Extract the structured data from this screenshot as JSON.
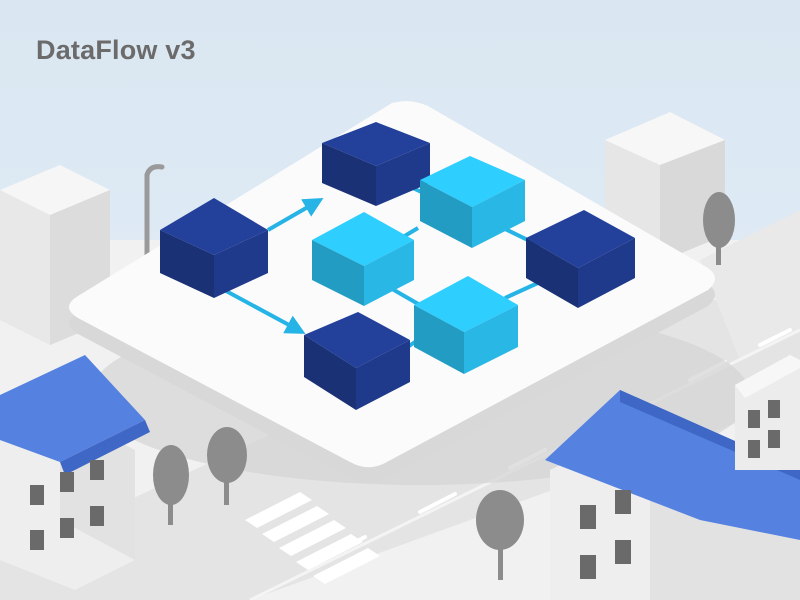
{
  "brand": {
    "title": "DataFlow v3"
  },
  "palette": {
    "sky": "#dde9f3",
    "ground": "#f1f1f1",
    "title_text": "#6b6b6b",
    "platform_top": "#fbfbfb",
    "platform_side": "#dcdcdc",
    "node_dark": "#1f3a8a",
    "node_light": "#29b8e6",
    "connector": "#26b4e6",
    "roof_blue": "#5582e0",
    "building": "#ededed",
    "tree": "#8c8c8c",
    "road": "#e3e3e3"
  },
  "pipeline": {
    "nodes": [
      {
        "id": "dark-top",
        "tone": "dark"
      },
      {
        "id": "dark-left",
        "tone": "dark"
      },
      {
        "id": "dark-bottom",
        "tone": "dark"
      },
      {
        "id": "dark-right",
        "tone": "dark"
      },
      {
        "id": "light-top",
        "tone": "light"
      },
      {
        "id": "light-middle",
        "tone": "light"
      },
      {
        "id": "light-bottom",
        "tone": "light"
      }
    ],
    "connections": [
      {
        "from": "dark-left",
        "to": "dark-top",
        "arrow": true
      },
      {
        "from": "dark-left",
        "to": "dark-bottom",
        "arrow": true
      },
      {
        "from": "dark-top",
        "to": "light-top",
        "arrow": false
      },
      {
        "from": "light-top",
        "to": "dark-right",
        "arrow": false
      },
      {
        "from": "light-top",
        "to": "light-middle",
        "arrow": false
      },
      {
        "from": "light-middle",
        "to": "light-bottom",
        "arrow": false
      },
      {
        "from": "light-bottom",
        "to": "dark-right",
        "arrow": false
      },
      {
        "from": "light-bottom",
        "to": "dark-bottom",
        "arrow": false
      }
    ]
  },
  "scenery": {
    "icons": [
      "cube-icon",
      "arrow-icon",
      "building-icon",
      "tree-icon",
      "street-lamp-icon",
      "road-icon",
      "crosswalk-icon"
    ]
  }
}
